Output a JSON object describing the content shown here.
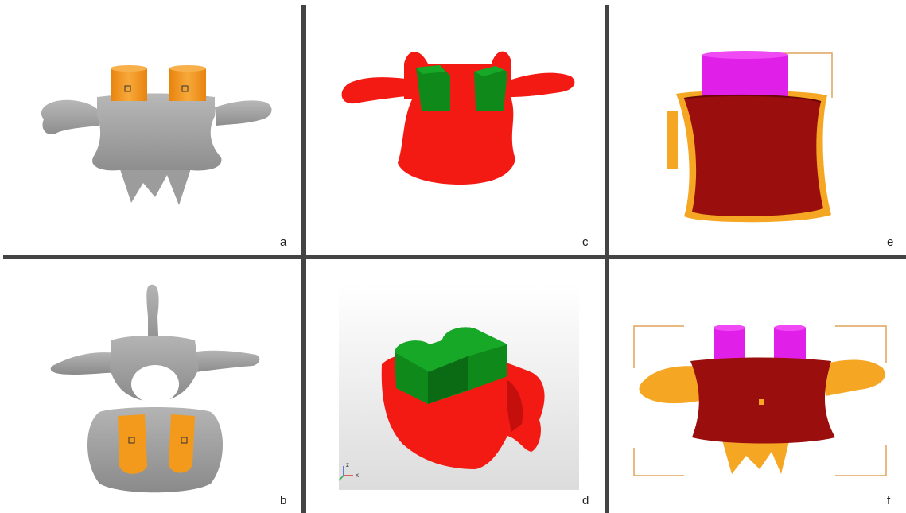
{
  "figure": {
    "panels": [
      {
        "label": "a",
        "view": "anterior-view",
        "bone_color": "#a8a8a8",
        "implant_color": "#f39a1c"
      },
      {
        "label": "b",
        "view": "superior-view",
        "bone_color": "#a8a8a8",
        "implant_color": "#f39a1c"
      },
      {
        "label": "c",
        "view": "anterior-view-mesh",
        "bone_color": "#f41a14",
        "implant_color": "#0f8a1a"
      },
      {
        "label": "d",
        "view": "isometric-view",
        "bone_color": "#f41a14",
        "implant_color": "#0f8a1a",
        "axis_triad": {
          "z": "z",
          "x": "x"
        }
      },
      {
        "label": "e",
        "view": "lateral-section",
        "bone_color": "#9a0e0e",
        "cortex_color": "#f5a623",
        "plate_color": "#e020e8"
      },
      {
        "label": "f",
        "view": "anterior-section",
        "bone_color": "#9a0e0e",
        "cortex_color": "#f5a623",
        "plate_color": "#e020e8"
      }
    ],
    "divider_color": "#444444"
  }
}
